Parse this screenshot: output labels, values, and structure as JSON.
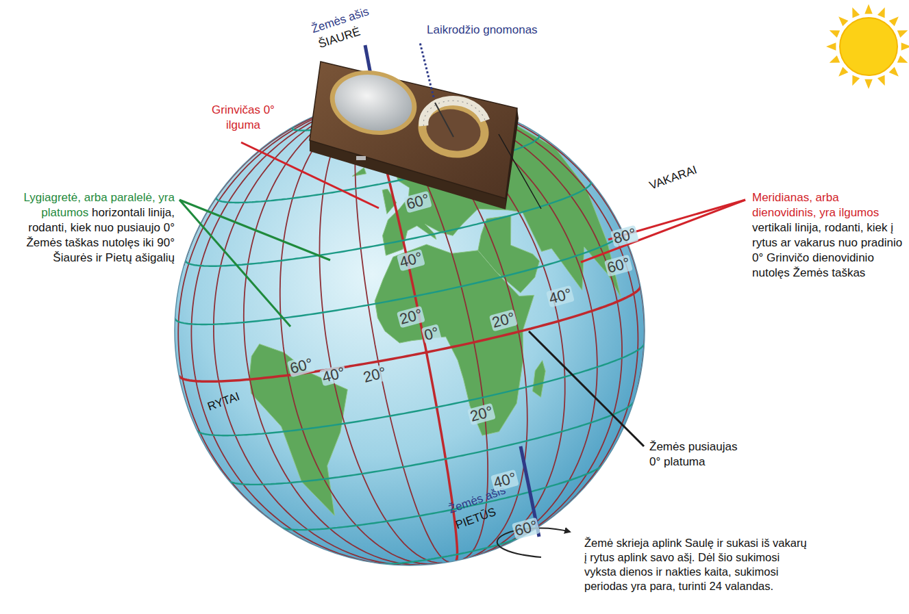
{
  "diagram": {
    "labels": [
      "Žemės ašis",
      "ŠIAURĖ",
      "Laikrodžio gnomonas",
      "Grinvičas 0° ilguma",
      "Lygiagretė, arba paralelė, yra platumos",
      "horizontali linija, rodanti, kiek nuo pusiaujo 0° Žemės taškas nutolęs iki 90° Šiaurės ir Pietų ašigalių",
      "VAKARAI",
      "Meridianas, arba dienovidinis, yra ilgumos",
      "vertikali linija, rodanti, kiek į rytus ar vakarus nuo pradinio 0° Grinvičo dienovidinio nutolęs Žemės taškas",
      "60°",
      "40°",
      "20°",
      "80°",
      "60°",
      "40°",
      "20°",
      "60°",
      "40°",
      "20°",
      "0°",
      "RYTAI",
      "20°",
      "40°",
      "60°",
      "Žemės pusiaujas 0° platuma",
      "Žemės ašis",
      "PIETŪS",
      "Žemė skrieja aplink Saulę ir sukasi iš vakarų į rytus aplink savo ašį. Dėl šio sukimosi vyksta dienos ir nakties kaita, sukimosi periodas yra para, turinti 24 valandas."
    ]
  }
}
